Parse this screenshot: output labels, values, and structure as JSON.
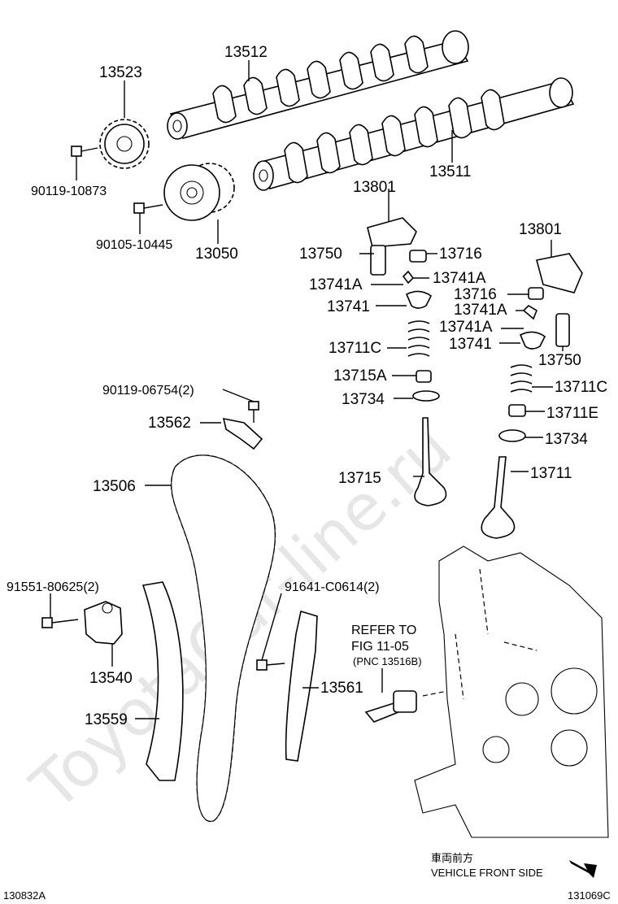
{
  "watermark": "ToyotaCar-line.ru",
  "footer": {
    "left_code": "130832A",
    "right_code": "131069C",
    "vehicle_front_jp": "車両前方",
    "vehicle_front_en": "VEHICLE FRONT SIDE"
  },
  "refer": {
    "line1": "REFER TO",
    "line2": "FIG 11-05",
    "line3": "(PNC 13516B)"
  },
  "labels": {
    "p13512": "13512",
    "p13523": "13523",
    "p13511": "13511",
    "p90119_10873": "90119-10873",
    "p90105_10445": "90105-10445",
    "p13050": "13050",
    "p13801_a": "13801",
    "p13801_b": "13801",
    "p13750_a": "13750",
    "p13716_a": "13716",
    "p13741A_a": "13741A",
    "p13741A_b": "13741A",
    "p13741_a": "13741",
    "p13716_b": "13716",
    "p13741A_c": "13741A",
    "p13741A_d": "13741A",
    "p13741_b": "13741",
    "p13750_b": "13750",
    "p13711C_a": "13711C",
    "p13715A": "13715A",
    "p13734_a": "13734",
    "p13711C_b": "13711C",
    "p13711E": "13711E",
    "p13734_b": "13734",
    "p13715": "13715",
    "p13711": "13711",
    "p90119_06754": "90119-06754(2)",
    "p13562": "13562",
    "p13506": "13506",
    "p91551": "91551-80625(2)",
    "p91641": "91641-C0614(2)",
    "p13540": "13540",
    "p13561": "13561",
    "p13559": "13559"
  }
}
